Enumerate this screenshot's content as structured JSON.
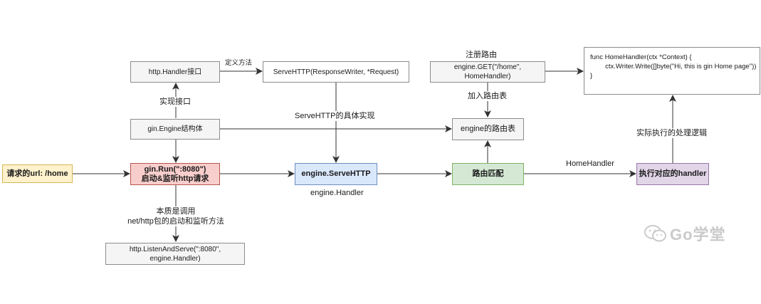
{
  "nodes": {
    "request": "请求的url: /home",
    "gin_run_line1": "gin.Run(\":8080\")",
    "gin_run_line2": "启动&监听http请求",
    "engine_serve": "engine.ServeHTTP",
    "route_match": "路由匹配",
    "exec_handler": "执行对应的handler",
    "http_handler": "http.Handler接口",
    "serve_http_sig": "ServeHTTP(ResponseWriter, *Request)",
    "gin_engine": "gin.Engine结构体",
    "engine_get": "engine.GET(\"/home\", HomeHandler)",
    "engine_routes": "engine的路由表",
    "listen_serve": "http.ListenAndServe(\":8080\", engine.Handler)",
    "code_line1": "func HomeHandler(ctx *Context) {",
    "code_line2": "        ctx.Writer.Write([]byte(\"Hi, this is gin Home page\"))",
    "code_line3": "}"
  },
  "labels": {
    "define_method": "定义方法",
    "implement_interface": "实现接口",
    "servehttp_impl": "ServeHTTP的具体实现",
    "register_route": "注册路由",
    "add_route_table": "加入路由表",
    "engine_handler": "engine.Handler",
    "home_handler": "HomeHandler",
    "actual_logic": "实际执行的处理逻辑",
    "essence_line1": "本质是调用",
    "essence_line2": "net/http包的启动和监听方法"
  },
  "watermark": "Go学堂",
  "colors": {
    "request_fill": "#fff2cc",
    "request_stroke": "#d6b656",
    "run_fill": "#f8cecc",
    "run_stroke": "#b85450",
    "serve_fill": "#dae8fc",
    "serve_stroke": "#6c8ebf",
    "match_fill": "#d5e8d4",
    "match_stroke": "#82b366",
    "exec_fill": "#e1d5e7",
    "exec_stroke": "#9673a6"
  }
}
